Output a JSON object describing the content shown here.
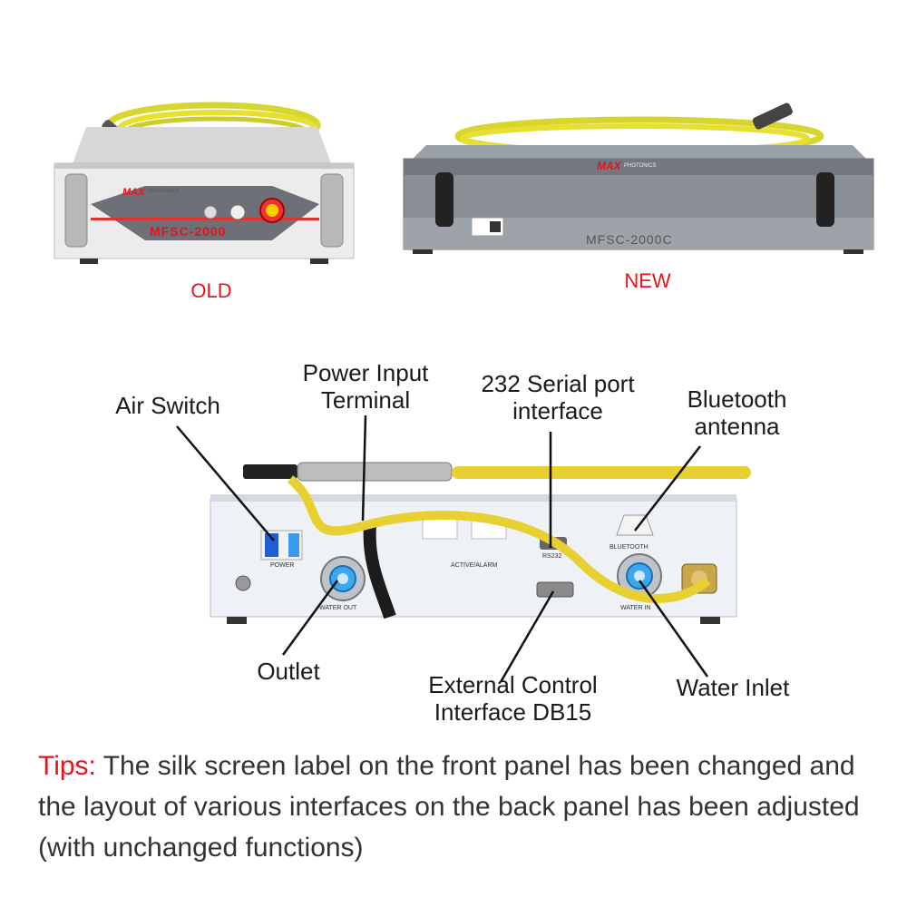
{
  "top": {
    "old": {
      "caption": "OLD",
      "brand": "MAX",
      "brand_sub": "PHOTONICS",
      "model": "MFSC-2000"
    },
    "new": {
      "caption": "NEW",
      "brand": "MAX",
      "brand_sub": "PHOTONICS",
      "model": "MFSC-2000C"
    }
  },
  "back_panel": {
    "labels": {
      "air_switch": "Air Switch",
      "power_input": "Power Input\nTerminal",
      "serial_port": "232 Serial port\ninterface",
      "bluetooth": "Bluetooth\nantenna",
      "outlet": "Outlet",
      "external_control": "External Control\nInterface DB15",
      "water_inlet": "Water Inlet"
    },
    "panel_text": {
      "power": "POWER",
      "water_out": "WATER OUT",
      "active_alarm": "ACTIVE/ALARM",
      "rs232": "RS232",
      "bluetooth": "BLUETOOTH",
      "water_in": "WATER IN"
    }
  },
  "tips": {
    "prefix": "Tips:",
    "text": " The silk screen label on the front panel has been changed and the layout of various interfaces on the back panel has been adjusted (with unchanged functions)"
  },
  "colors": {
    "accent_red": "#e3141c",
    "fiber_yellow": "#e8e030",
    "old_body": "#e6e6e6",
    "new_body": "#8a8f96",
    "back_body": "#eef1f6"
  }
}
